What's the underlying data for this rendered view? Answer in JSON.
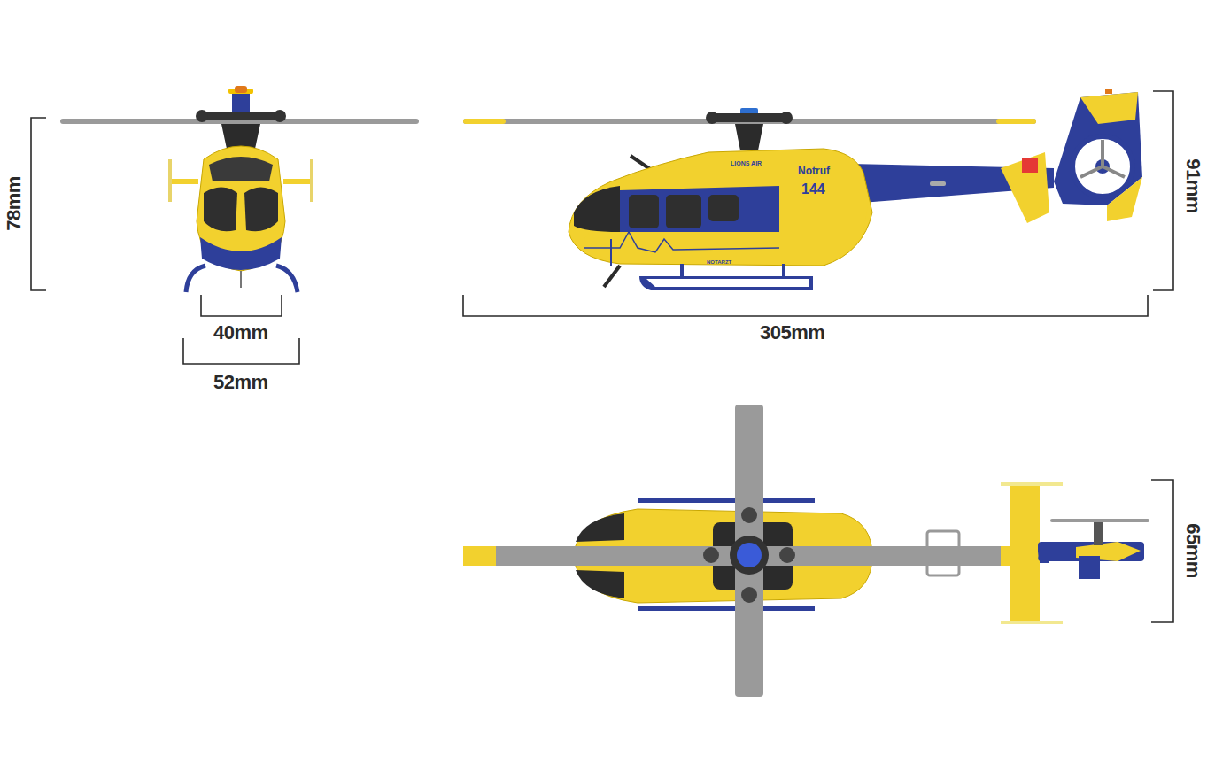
{
  "diagram": {
    "labels": [
      "78mm",
      "40mm",
      "52mm",
      "305mm",
      "91mm",
      "65mm",
      "LIONS AIR",
      "Notruf",
      "144",
      "NOTARZT"
    ]
  }
}
